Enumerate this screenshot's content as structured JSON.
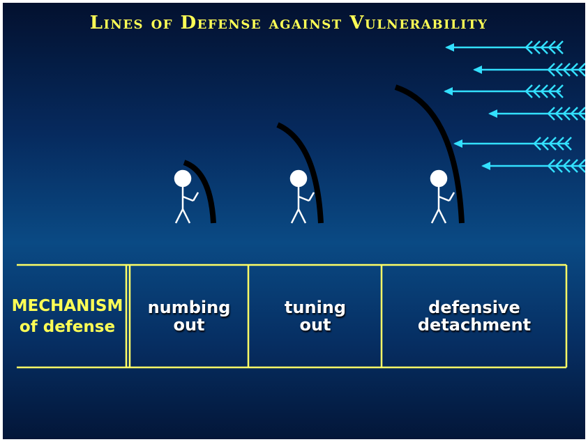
{
  "title": "Lines of Defense against Vulnerability",
  "table": {
    "header_line1": "MECHANISM",
    "header_line2": "of defense",
    "cells": [
      {
        "line1": "numbing",
        "line2": "out"
      },
      {
        "line1": "tuning",
        "line2": "out"
      },
      {
        "line1": "defensive",
        "line2": "detachment"
      }
    ]
  },
  "colors": {
    "title": "#ffff55",
    "table_lines": "#ffff66",
    "arrows": "#33e0ff",
    "figures": "#ffffff",
    "shields": "#000000"
  },
  "icons": [
    "stick-figure-icon",
    "shield-arc-icon",
    "incoming-arrow-icon"
  ]
}
